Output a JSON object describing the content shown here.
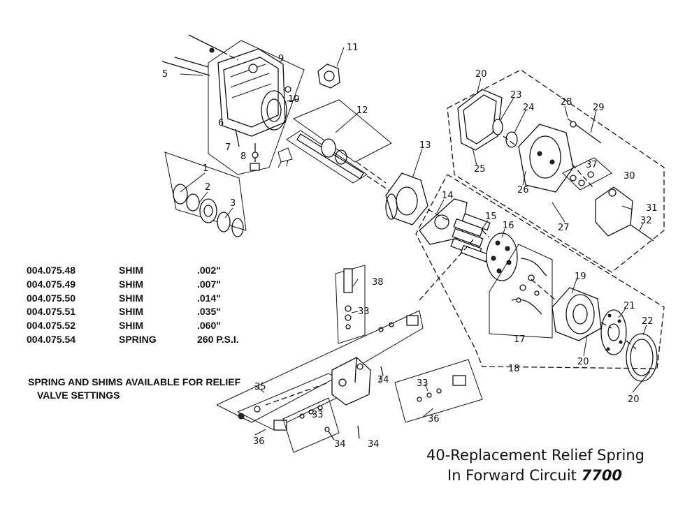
{
  "callouts": {
    "c1": "1",
    "c2": "2",
    "c3": "3",
    "c5": "5",
    "c6": "6",
    "c7": "7",
    "c8": "8",
    "c9": "9",
    "c10": "10",
    "c11": "11",
    "c12": "12",
    "c13": "13",
    "c14": "14",
    "c15": "15",
    "c16": "16",
    "c17": "17",
    "c18": "18",
    "c19": "19",
    "c20a": "20",
    "c20b": "20",
    "c20c": "20",
    "c21": "21",
    "c22": "22",
    "c23": "23",
    "c24": "24",
    "c25": "25",
    "c26": "26",
    "c27": "27",
    "c28": "28",
    "c29": "29",
    "c30": "30",
    "c31": "31",
    "c32": "32",
    "c33a": "33",
    "c33b": "33",
    "c33c": "33",
    "c34a": "34",
    "c34b": "34",
    "c34c": "34",
    "c35": "35",
    "c36a": "36",
    "c36b": "36",
    "c38": "38"
  },
  "parts_table": [
    {
      "part": "004.075.48",
      "desc": "SHIM",
      "value": ".002\""
    },
    {
      "part": "004.075.49",
      "desc": "SHIM",
      "value": ".007\""
    },
    {
      "part": "004.075.50",
      "desc": "SHIM",
      "value": ".014\""
    },
    {
      "part": "004.075.51",
      "desc": "SHIM",
      "value": ".035\""
    },
    {
      "part": "004.075.52",
      "desc": "SHIM",
      "value": ".060\""
    },
    {
      "part": "004.075.54",
      "desc": "SPRING",
      "value": "260 P.S.I."
    }
  ],
  "note": {
    "line1": "SPRING AND SHIMS AVAILABLE FOR RELIEF",
    "line2": "VALVE SETTINGS"
  },
  "caption": {
    "line1": "40-Replacement Relief  Spring",
    "line2_prefix": "In Forward Circuit",
    "model": "7700"
  }
}
